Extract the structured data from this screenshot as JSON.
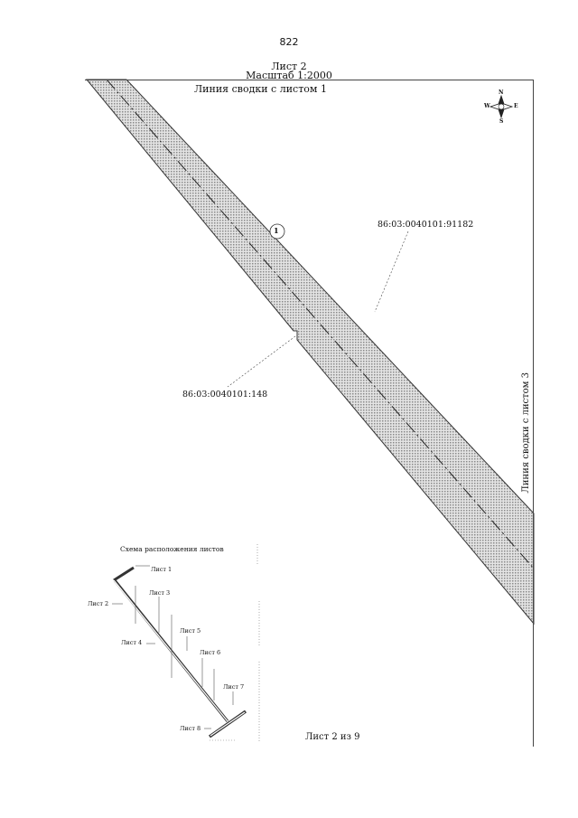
{
  "page_number": "822",
  "sheet_title": "Лист 2",
  "scale_label": "Масштаб 1:2000",
  "join_line_top": "Линия сводки с листом 1",
  "join_line_right": "Линия сводки с листом 3",
  "parcels": {
    "main": "86:03:0040101:91182",
    "small": "86:03:0040101:148"
  },
  "feature_number": "1",
  "compass": {
    "n": "N",
    "s": "S",
    "e": "E",
    "w": "W"
  },
  "inset": {
    "title": "Схема расположения листов",
    "sheets": [
      "Лист 1",
      "Лист 2",
      "Лист 3",
      "Лист 4",
      "Лист 5",
      "Лист 6",
      "Лист 7",
      "Лист 8"
    ]
  },
  "footer": "Лист 2 из 9",
  "colors": {
    "band_fill": "#bdbdbd",
    "line": "#333333"
  }
}
